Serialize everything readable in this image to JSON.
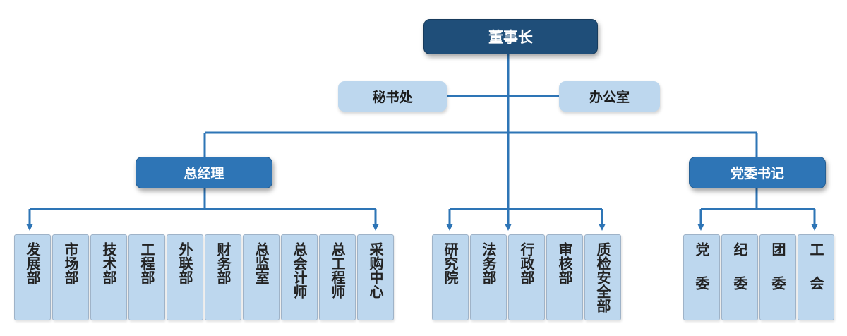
{
  "chairman": "董事长",
  "secretariat": "秘书处",
  "office": "办公室",
  "general_manager": "总经理",
  "party_secretary": "党委书记",
  "gm_departments": [
    "发展部",
    "市场部",
    "技术部",
    "工程部",
    "外联部",
    "财务部",
    "总监室",
    "总会计师",
    "总工程师",
    "采购中心"
  ],
  "center_departments": [
    "研究院",
    "法务部",
    "行政部",
    "审核部",
    "质检安全部"
  ],
  "party_departments": [
    "党委",
    "纪委",
    "团委",
    "工会"
  ],
  "colors": {
    "top_node": "#1f4e79",
    "mid_node": "#2e75b6",
    "light_node": "#bdd7ee",
    "line": "#2e75b6"
  }
}
